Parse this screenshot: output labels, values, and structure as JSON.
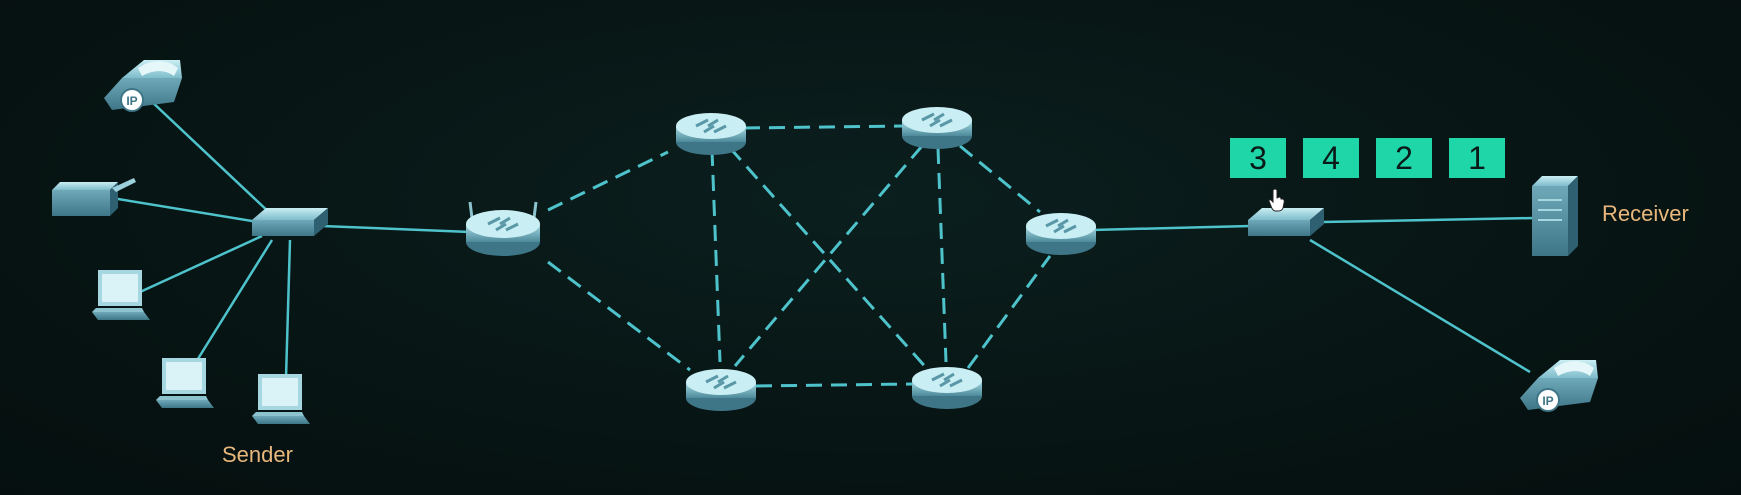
{
  "labels": {
    "sender": "Sender",
    "receiver": "Receiver"
  },
  "packets": [
    "3",
    "4",
    "2",
    "1"
  ],
  "icons": {
    "ip_phone_badge": "IP"
  },
  "colors": {
    "background": "#061312",
    "link": "#4ec3cc",
    "device": "#6fb7c4",
    "packet": "#1fd6a8",
    "label": "#e8b77c"
  }
}
